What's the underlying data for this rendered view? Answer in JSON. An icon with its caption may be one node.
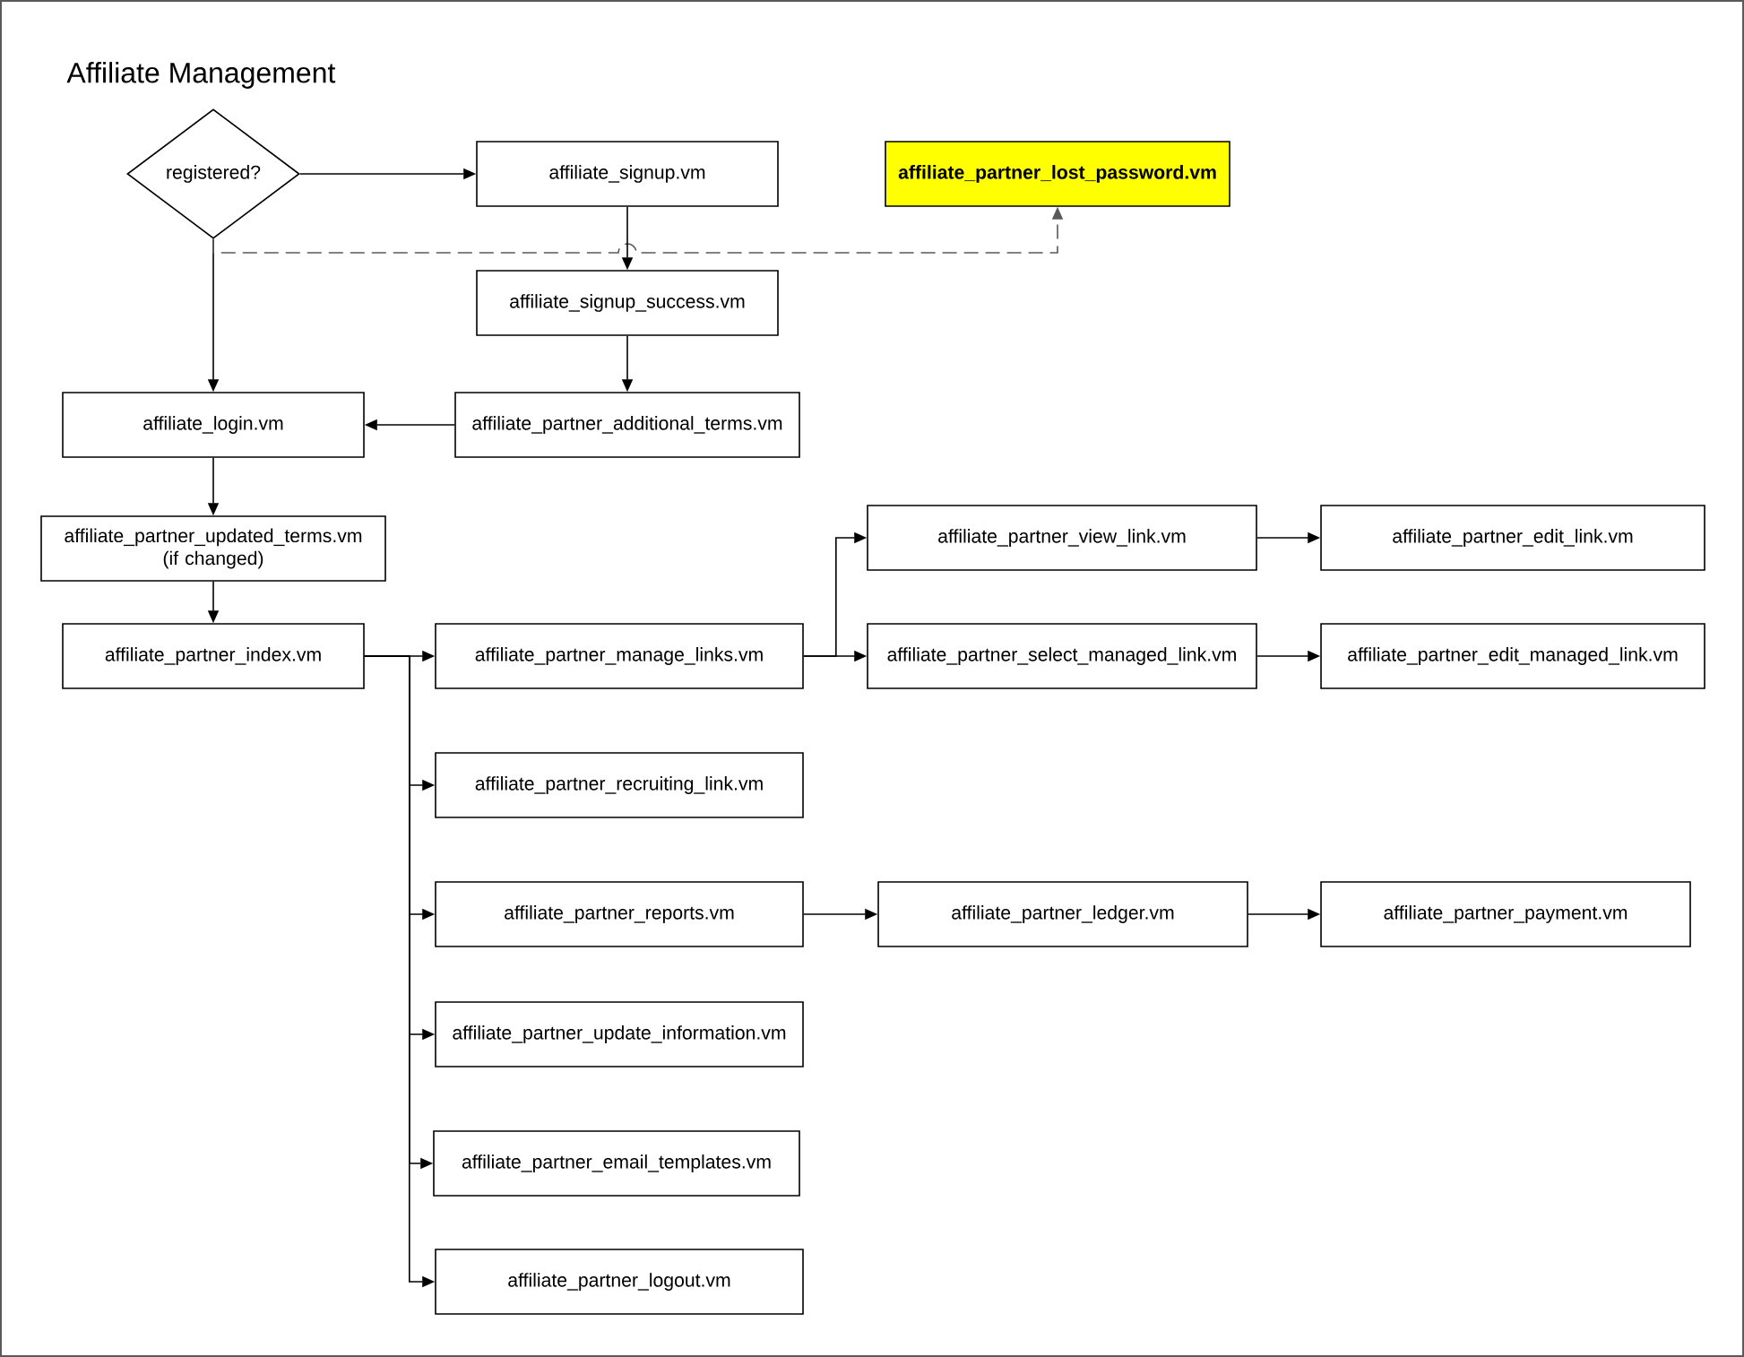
{
  "diagram": {
    "title": "Affiliate Management",
    "nodes": [
      {
        "text": [
          "registered?"
        ]
      },
      {
        "text": [
          "affiliate_signup.vm"
        ]
      },
      {
        "text": [
          "affiliate_partner_lost_password.vm"
        ]
      },
      {
        "text": [
          "affiliate_signup_success.vm"
        ]
      },
      {
        "text": [
          "affiliate_login.vm"
        ]
      },
      {
        "text": [
          "affiliate_partner_additional_terms.vm"
        ]
      },
      {
        "text": [
          "affiliate_partner_updated_terms.vm (if changed)"
        ]
      },
      {
        "text": [
          "affiliate_partner_view_link.vm"
        ]
      },
      {
        "text": [
          "affiliate_partner_edit_link.vm"
        ]
      },
      {
        "text": [
          "affiliate_partner_index.vm"
        ]
      },
      {
        "text": [
          "affiliate_partner_manage_links.vm"
        ]
      },
      {
        "text": [
          "affiliate_partner_select_managed_link.vm"
        ]
      },
      {
        "text": [
          "affiliate_partner_edit_managed_link.vm"
        ]
      },
      {
        "text": [
          "affiliate_partner_recruiting_link.vm"
        ]
      },
      {
        "text": [
          "affiliate_partner_reports.vm"
        ]
      },
      {
        "text": [
          "affiliate_partner_ledger.vm"
        ]
      },
      {
        "text": [
          "affiliate_partner_payment.vm"
        ]
      },
      {
        "text": [
          "affiliate_partner_update_information.vm"
        ]
      },
      {
        "text": [
          "affiliate_partner_email_templates.vm"
        ]
      },
      {
        "text": [
          "affiliate_partner_logout.vm"
        ]
      }
    ],
    "edges": [
      {
        "from": 0,
        "to": 1,
        "arrow": "to"
      },
      {
        "from": 0,
        "to": 4,
        "arrow": "to"
      },
      {
        "from": 0,
        "to": 2,
        "arrow": "to",
        "style": "dashed",
        "color": "#595959"
      },
      {
        "from": 1,
        "to": 3,
        "arrow": "to"
      },
      {
        "from": 3,
        "to": 5,
        "arrow": "to"
      },
      {
        "from": 5,
        "to": 4,
        "arrow": "to"
      },
      {
        "from": 4,
        "to": 6,
        "arrow": "to"
      },
      {
        "from": 6,
        "to": 9,
        "arrow": "to"
      },
      {
        "from": 9,
        "to": 10,
        "arrow": "to"
      },
      {
        "from": 10,
        "to": 7,
        "arrow": "to"
      },
      {
        "from": 10,
        "to": 11,
        "arrow": "to"
      },
      {
        "from": 7,
        "to": 8,
        "arrow": "to"
      },
      {
        "from": 11,
        "to": 12,
        "arrow": "to"
      },
      {
        "from": 9,
        "to": 13,
        "arrow": "to"
      },
      {
        "from": 9,
        "to": 14,
        "arrow": "to"
      },
      {
        "from": 14,
        "to": 15,
        "arrow": "to"
      },
      {
        "from": 15,
        "to": 16,
        "arrow": "to"
      },
      {
        "from": 9,
        "to": 17,
        "arrow": "to"
      },
      {
        "from": 9,
        "to": 18,
        "arrow": "to"
      },
      {
        "from": 9,
        "to": 19,
        "arrow": "to"
      }
    ]
  }
}
